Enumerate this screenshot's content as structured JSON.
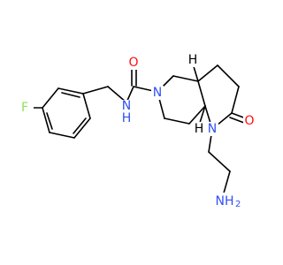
{
  "molecule": {
    "atom_labels": {
      "fluorine": "F",
      "amide_n": "N",
      "amide_h": "H",
      "carbonyl_o_top": "O",
      "ring_n6": "N",
      "stereo_h_top": "H",
      "stereo_h_bottom": "H",
      "ring_n1": "N",
      "lactam_o": "O",
      "amine": "NH",
      "amine_sub": "2"
    },
    "colors": {
      "bond": "#000000",
      "carbon_text": "#000000",
      "nitrogen": "#3050F8",
      "oxygen": "#FF0D0D",
      "fluorine": "#90E050"
    }
  }
}
